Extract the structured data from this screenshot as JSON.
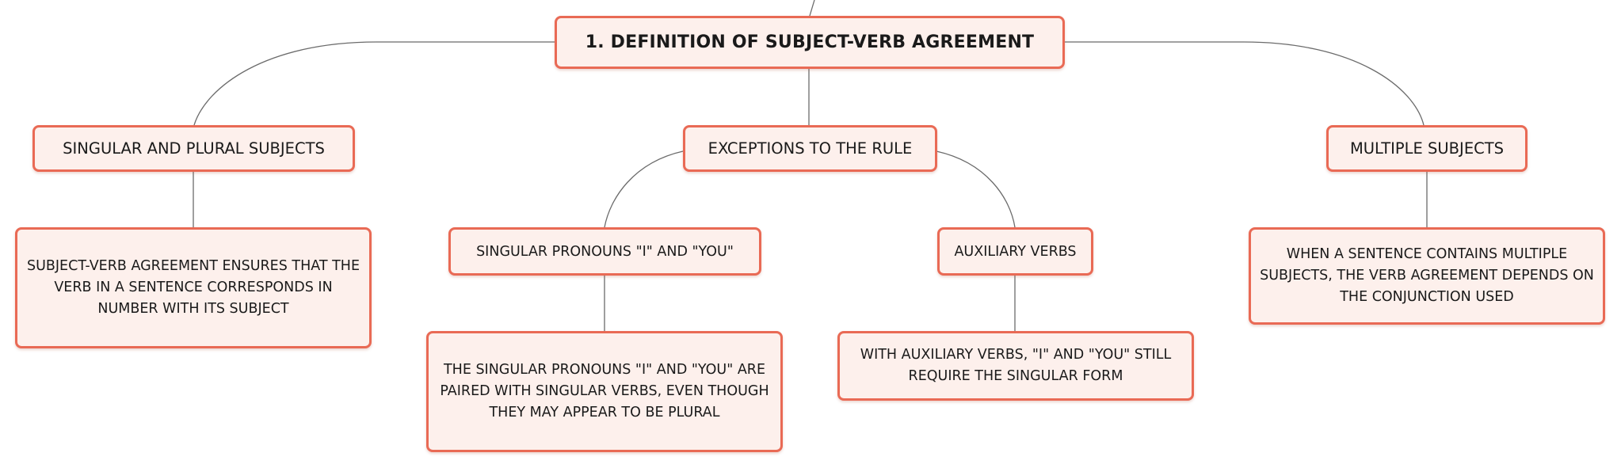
{
  "diagram": {
    "root": {
      "label": "1. DEFINITION OF SUBJECT-VERB AGREEMENT"
    },
    "branches": [
      {
        "label": "SINGULAR AND PLURAL SUBJECTS",
        "detail": "SUBJECT-VERB AGREEMENT ENSURES THAT THE VERB IN A SENTENCE CORRESPONDS IN NUMBER WITH ITS SUBJECT"
      },
      {
        "label": "EXCEPTIONS TO THE RULE",
        "children": [
          {
            "label": "SINGULAR PRONOUNS \"I\" AND \"YOU\"",
            "detail": "THE SINGULAR PRONOUNS \"I\" AND \"YOU\" ARE PAIRED WITH SINGULAR VERBS, EVEN THOUGH THEY MAY APPEAR TO BE PLURAL"
          },
          {
            "label": "AUXILIARY VERBS",
            "detail": "WITH AUXILIARY VERBS, \"I\" AND \"YOU\" STILL REQUIRE THE SINGULAR FORM"
          }
        ]
      },
      {
        "label": "MULTIPLE SUBJECTS",
        "detail": "WHEN A SENTENCE CONTAINS MULTIPLE SUBJECTS, THE VERB AGREEMENT DEPENDS ON THE CONJUNCTION USED"
      }
    ]
  },
  "colors": {
    "node_fill": "#fdf0ec",
    "node_border": "#e96a55",
    "connector": "#6b6b6b",
    "text": "#1a1a1a"
  }
}
